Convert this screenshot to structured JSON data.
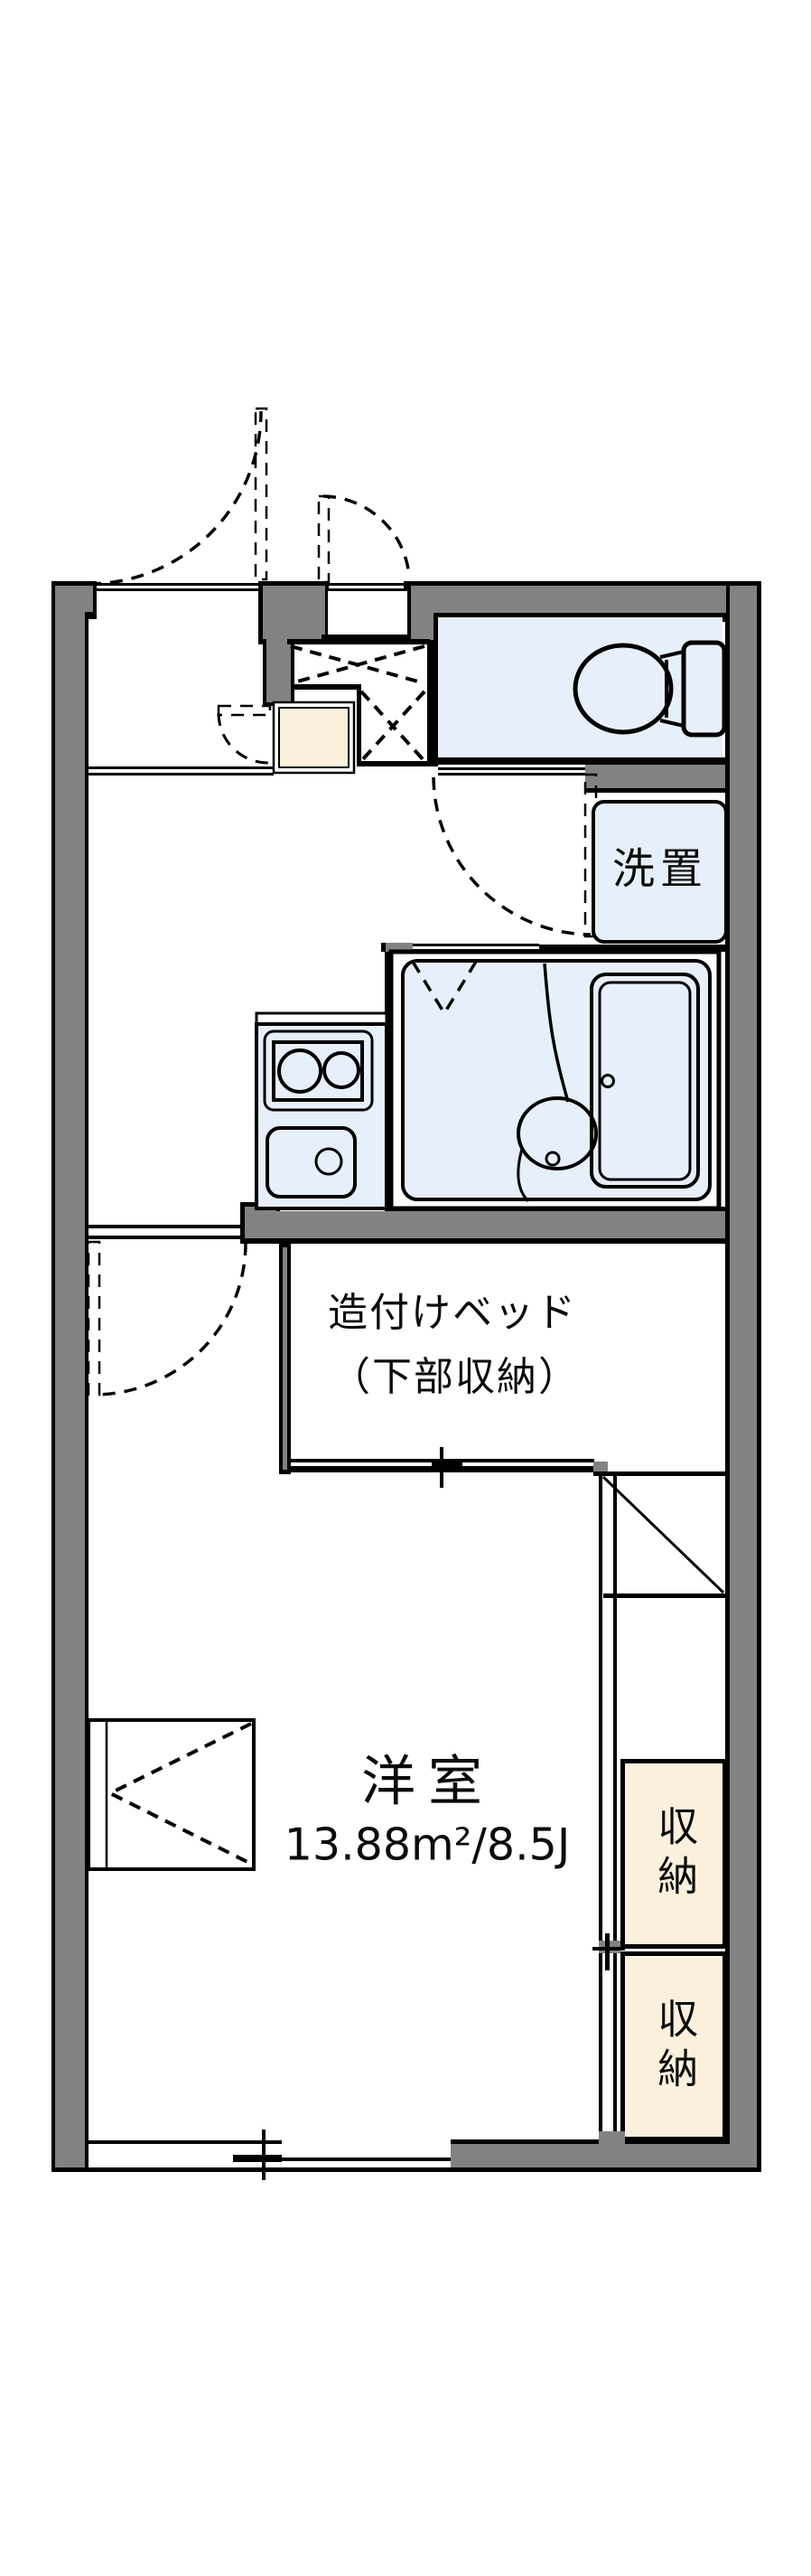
{
  "floorplan": {
    "labels": {
      "bed_line1": "造付けベッド",
      "bed_line2": "（下部収納）",
      "room_name": "洋室",
      "room_size": "13.88m²/8.5J",
      "washer": "洗置",
      "storage_top": "収納",
      "storage_bottom": "収納"
    },
    "colors": {
      "wall_gray": "#828282",
      "fixture_blue": "#E7EFFA",
      "storage_cream": "#FBF0DC",
      "line_black": "#000000",
      "background": "#FFFFFF"
    }
  }
}
